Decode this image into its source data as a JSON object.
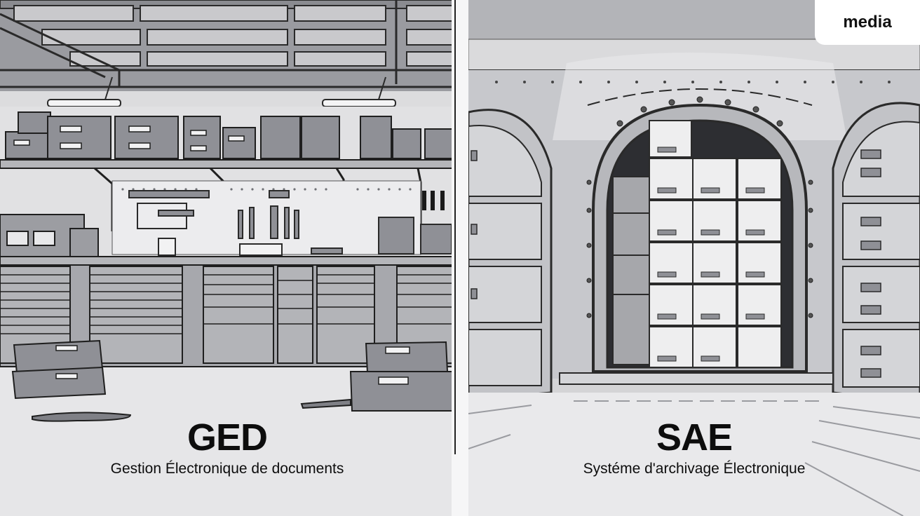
{
  "badge": {
    "label": "media"
  },
  "left": {
    "title": "GED",
    "subtitle": "Gestion Électronique de documents"
  },
  "right": {
    "title": "SAE",
    "subtitle": "Systéme d'archivage Électronique"
  },
  "colors": {
    "ink": "#1a1a1a",
    "panel_left": "#dcdcde",
    "panel_right": "#d4d4d6",
    "box_fill": "#8f9096",
    "box_light": "#e8e8ea",
    "cabinet_fill": "#a7a8ad",
    "floor": "#e6e6e8"
  }
}
